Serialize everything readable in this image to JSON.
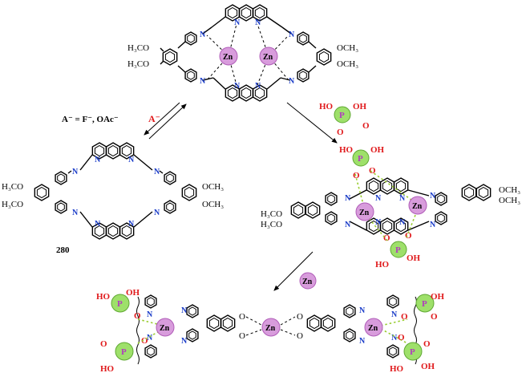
{
  "labels": {
    "anion_eq": "A⁻ = F⁻, OAc⁻",
    "anion_arrow": "A⁻",
    "compound_number": "280",
    "zn": "Zn",
    "zn_ion": "Zn",
    "n": "N",
    "p": "P",
    "o": "O",
    "ho": "HO",
    "oh": "OH",
    "h3co": "H₃CO",
    "och3": "OCH₃",
    "methoxy_o": "O"
  },
  "colors": {
    "zinc_fill": "#d89cdc",
    "phosphate_fill": "#9ee06a",
    "nitrogen": "#1a3cc8",
    "oxygen": "#e0191b",
    "phosphorus": "#b03dbd",
    "hbond": "#9acd32"
  }
}
